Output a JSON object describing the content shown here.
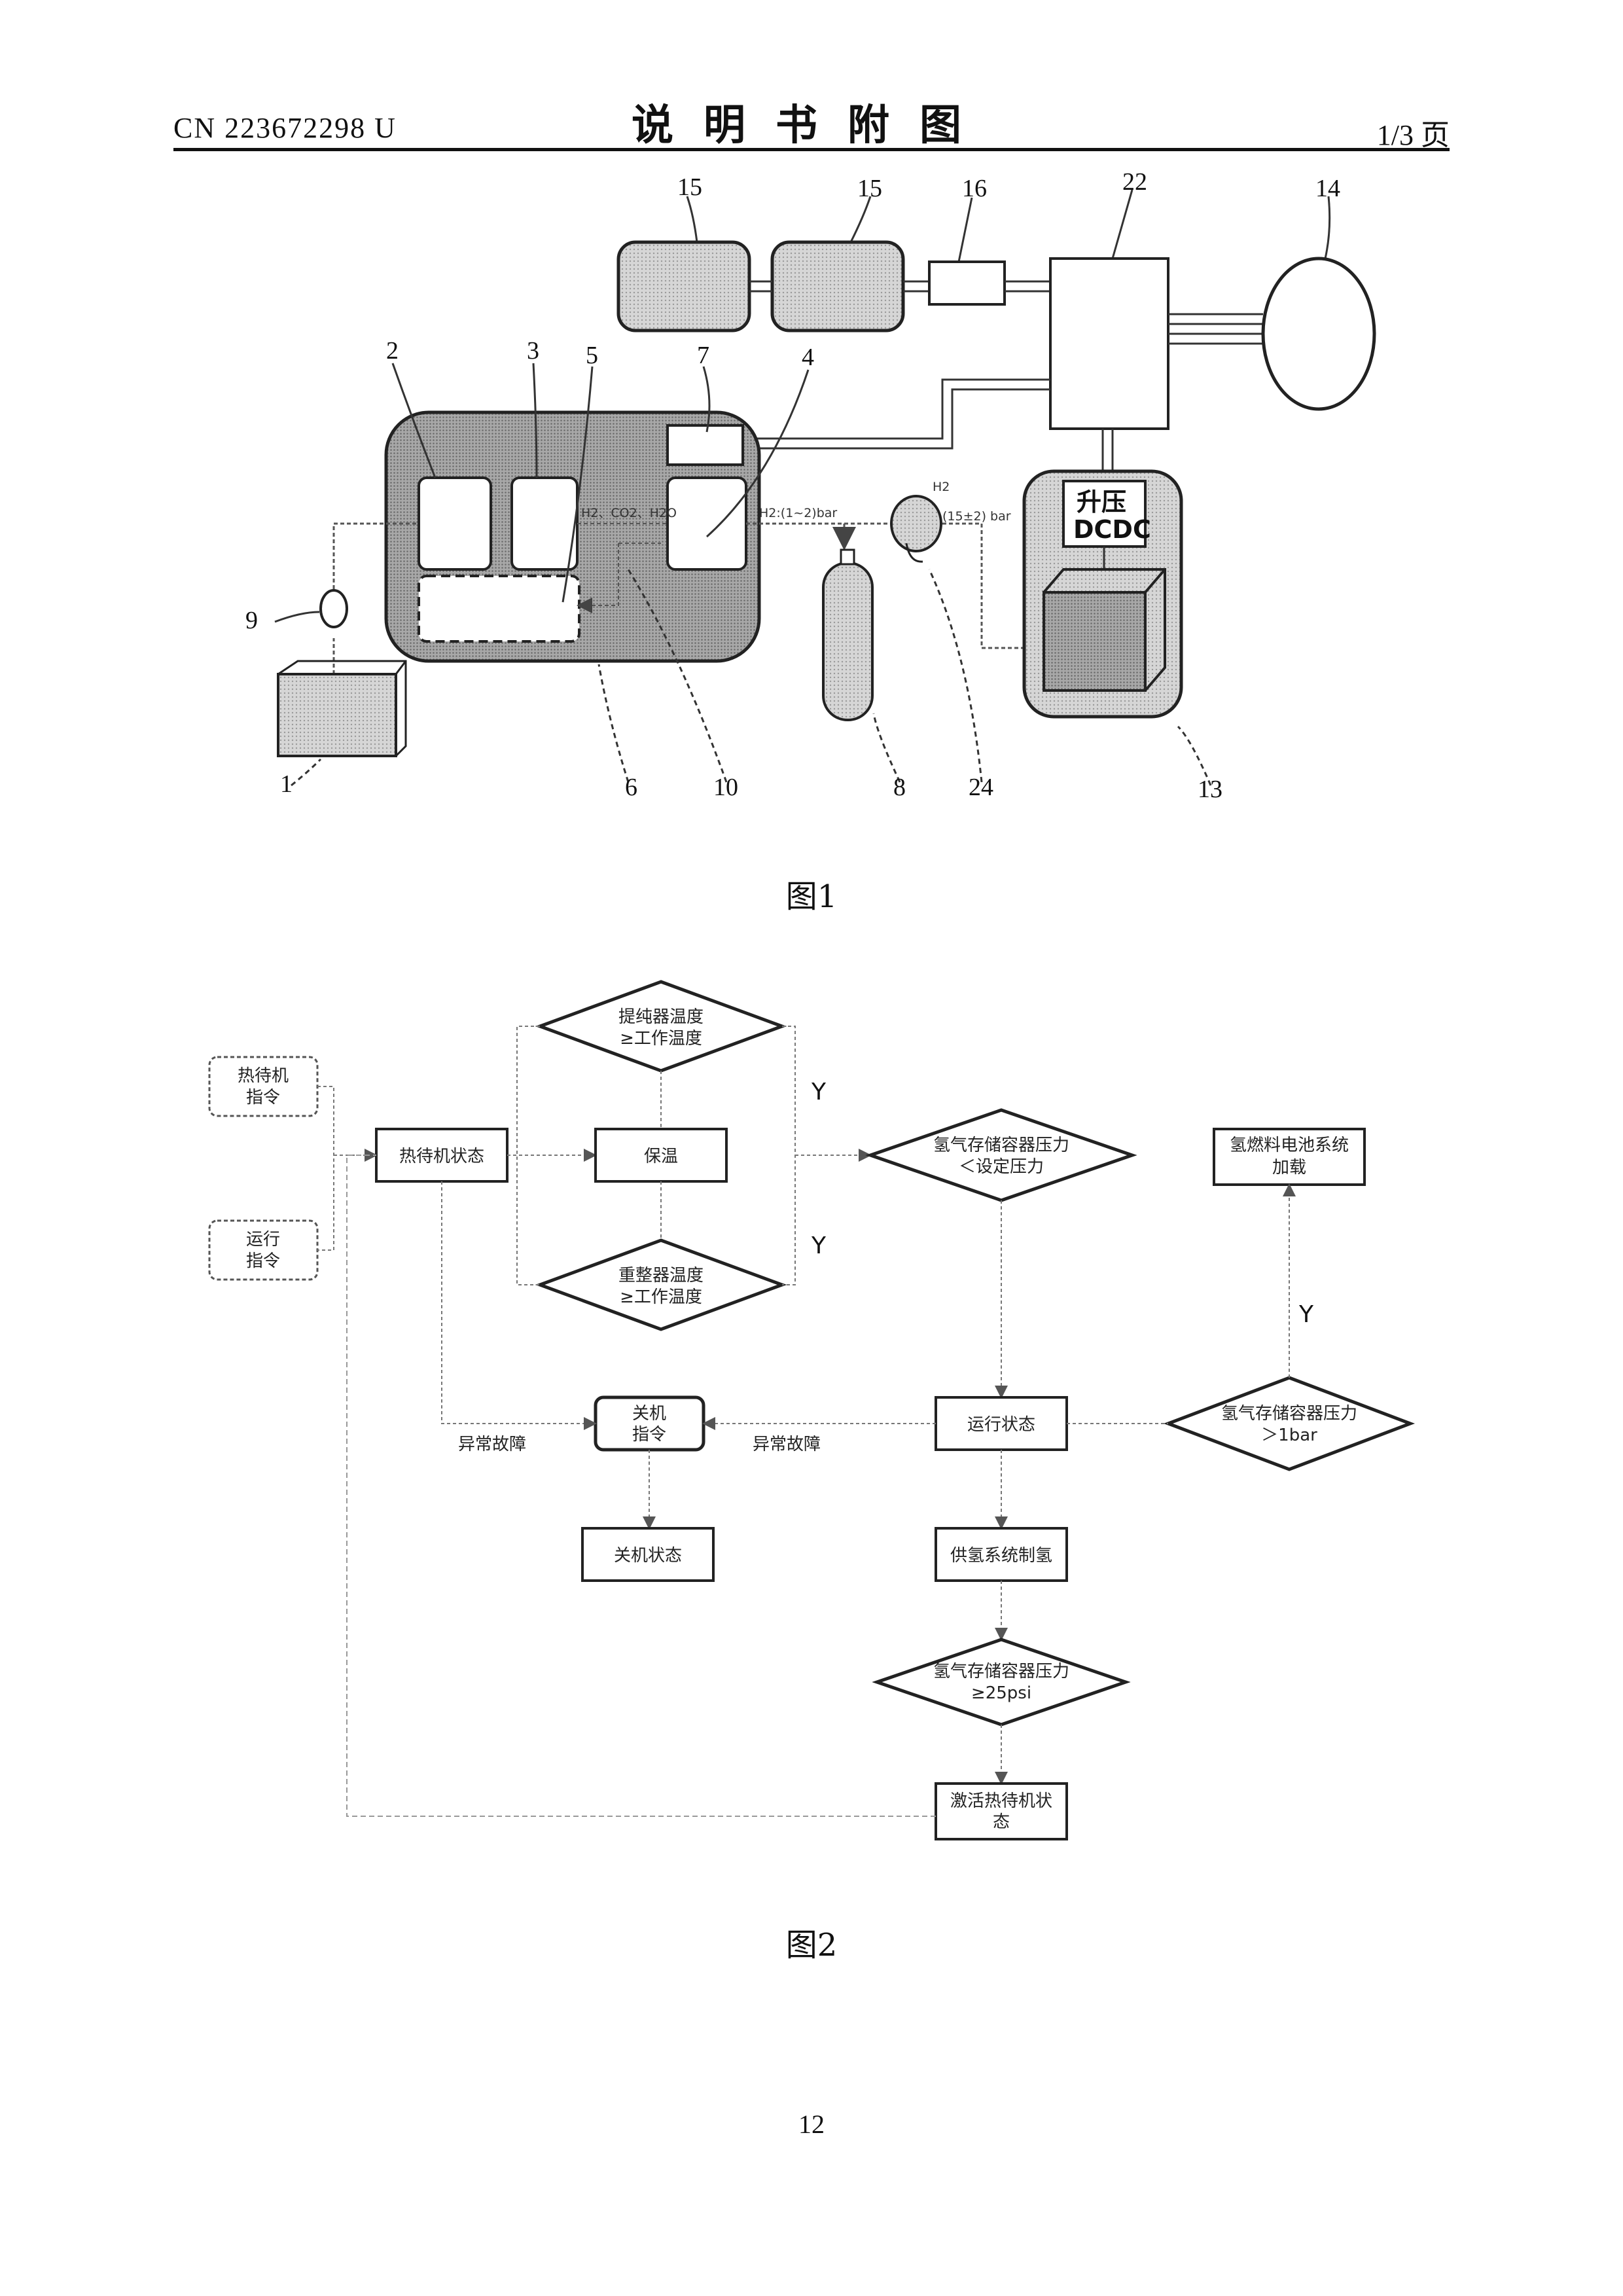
{
  "header": {
    "pub_number": "CN 223672298 U",
    "title": "说明书附图",
    "page_ratio": "1/3 页"
  },
  "figure1": {
    "caption": "图1",
    "refs": [
      "15",
      "15",
      "16",
      "22",
      "14",
      "2",
      "3",
      "5",
      "7",
      "4",
      "9",
      "1",
      "6",
      "10",
      "8",
      "24",
      "13"
    ],
    "gas_label": "H2、CO2、H2O",
    "pressure_low": "H2:(1~2)bar",
    "pressure_high_label": "H2",
    "pressure_high_value": "(15±2) bar",
    "dcdc_line1": "升压",
    "dcdc_line2": "DCDC"
  },
  "figure2": {
    "caption": "图2",
    "nodes": {
      "hot_standby_cmd": [
        "热待机",
        "指令"
      ],
      "run_cmd": [
        "运行",
        "指令"
      ],
      "hot_standby_state": "热待机状态",
      "purifier_temp": [
        "提纯器温度",
        "≥工作温度"
      ],
      "keep_warm": "保温",
      "reformer_temp": [
        "重整器温度",
        "≥工作温度"
      ],
      "h2_pressure_low": [
        "氢气存储容器压力",
        "＜设定压力"
      ],
      "fuel_cell_load": [
        "氢燃料电池系统",
        "加载"
      ],
      "shutdown_cmd": [
        "关机",
        "指令"
      ],
      "run_state": "运行状态",
      "h2_pressure_1bar": [
        "氢气存储容器压力",
        "＞1bar"
      ],
      "shutdown_state": "关机状态",
      "h2_production": "供氢系统制氢",
      "h2_pressure_25psi": [
        "氢气存储容器压力",
        "≥25psi"
      ],
      "activate_standby": [
        "激活热待机状",
        "态"
      ]
    },
    "edge_labels": {
      "fault_left": "异常故障",
      "fault_right": "异常故障",
      "yes1": "Y",
      "yes2": "Y",
      "yes3": "Y"
    }
  },
  "footer": {
    "page_number": "12"
  }
}
